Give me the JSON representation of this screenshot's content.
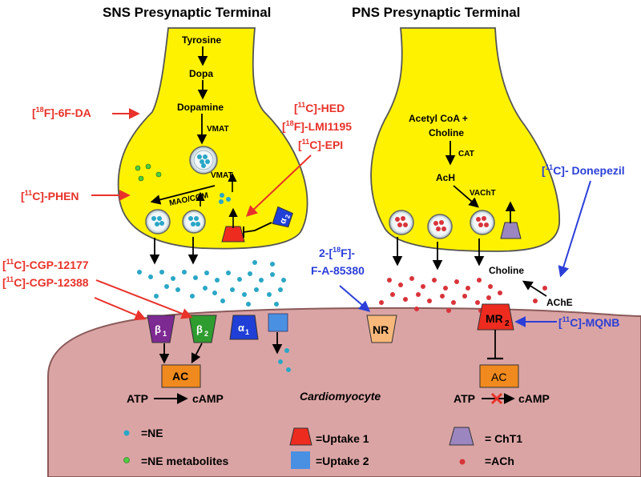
{
  "titles": {
    "sns": "SNS Presynaptic Terminal",
    "pns": "PNS Presynaptic Terminal"
  },
  "sns_pathway": {
    "tyrosine": "Tyrosine",
    "dopa": "Dopa",
    "dopamine": "Dopamine",
    "vmat_top": "VMAT",
    "vmat_mid": "VMAT",
    "mao_com": "MAO/COM"
  },
  "pns_pathway": {
    "acetyl_coa": "Acetyl CoA +",
    "choline": "Choline",
    "cat": "CAT",
    "ach": "AcH",
    "vacht": "VAChT",
    "choline_cleft": "Choline",
    "ache": "AChE"
  },
  "tracers_red": {
    "f_6f_da_pre": "[",
    "f_6f_da_sup": "18",
    "f_6f_da_post": "F]-6F-DA",
    "hed_pre": "[",
    "hed_sup": "11",
    "hed_post": "C]-HED",
    "lmi_pre": "[",
    "lmi_sup": "18",
    "lmi_post": "F]-LMI1195",
    "epi_pre": "[",
    "epi_sup": "11",
    "epi_post": "C]-EPI",
    "phen_pre": "[",
    "phen_sup": "11",
    "phen_post": "C]-PHEN",
    "cgp1_pre": "[",
    "cgp1_sup": "11",
    "cgp1_post": "C]-CGP-12177",
    "cgp2_pre": "[",
    "cgp2_sup": "11",
    "cgp2_post": "C]-CGP-12388"
  },
  "tracers_blue": {
    "donepezil_pre": "[",
    "donepezil_sup": "11",
    "donepezil_post": "C]- Donepezil",
    "fa_line1_pre": "2-[",
    "fa_line1_sup": "18",
    "fa_line1_post": "F]-",
    "fa_line2": "F-A-85380",
    "mqnb_pre": "[",
    "mqnb_sup": "11",
    "mqnb_post": "C]-MQNB"
  },
  "receptors": {
    "beta1": "β",
    "beta1_sub": "1",
    "beta2": "β",
    "beta2_sub": "2",
    "alpha1": "α",
    "alpha1_sub": "1",
    "alpha2": "α",
    "alpha2_sub": "2",
    "nr": "NR",
    "mr2": "MR",
    "mr2_sub": "2"
  },
  "cell": {
    "ac_left": "AC",
    "ac_right": "AC",
    "atp_left": "ATP",
    "camp_left": "cAMP",
    "atp_right": "ATP",
    "camp_right": "cAMP",
    "cardiomyocyte": "Cardiomyocyte"
  },
  "legend": {
    "ne": "=NE",
    "ne_metabolites": "=NE metabolites",
    "uptake1": "=Uptake 1",
    "uptake2": "=Uptake 2",
    "cht1": "= ChT1",
    "ach": "=ACh"
  },
  "colors": {
    "terminal_yellow": "#fff200",
    "cell_pink": "#dba4a4",
    "tracer_red": "#e8322a",
    "tracer_blue": "#2b3fd8",
    "ne_dot": "#2aa7c6",
    "metabolite_dot": "#4ccf3f",
    "ach_dot": "#d8343a",
    "beta1_purple": "#7d2a92",
    "beta2_green": "#2f9c2f",
    "alpha_blue": "#1f3fd6",
    "uptake2_blue": "#4a90e2",
    "uptake1_red": "#ee2b1f",
    "cht1_lavender": "#9b86c0",
    "ac_orange": "#f08a1e",
    "nr_peach": "#f7b87a"
  },
  "icons": {
    "vesicle": "vesicle-icon",
    "cross": "x-mark-icon"
  }
}
